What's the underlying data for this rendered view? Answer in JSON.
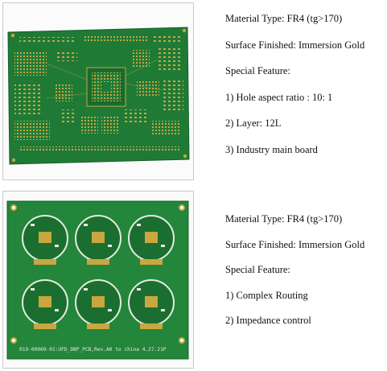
{
  "products": [
    {
      "material_type": "Material Type: FR4 (tg>170)",
      "surface_finished": "Surface Finished: Immersion Gold",
      "special_feature_heading": "Special Feature:",
      "features": [
        "1) Hole aspect ratio : 10: 1",
        "2) Layer: 12L",
        "3) Industry main board"
      ]
    },
    {
      "material_type": "Material Type: FR4 (tg>170)",
      "surface_finished": "Surface Finished: Immersion Gold",
      "special_feature_heading": "Special Feature:",
      "features": [
        "1) Complex Routing",
        "2) Impedance control"
      ],
      "board_silkscreen": "019-00069-01:UFD_DBP_PCB,Rev.A0 to china 4.27.21P"
    }
  ],
  "colors": {
    "pcb_green": "#1f7a36",
    "pcb_dark": "#15602a",
    "gold": "#c9a640",
    "silk": "#e8eadf"
  },
  "icons": [
    "pcb-board-1-image",
    "pcb-board-2-image"
  ]
}
